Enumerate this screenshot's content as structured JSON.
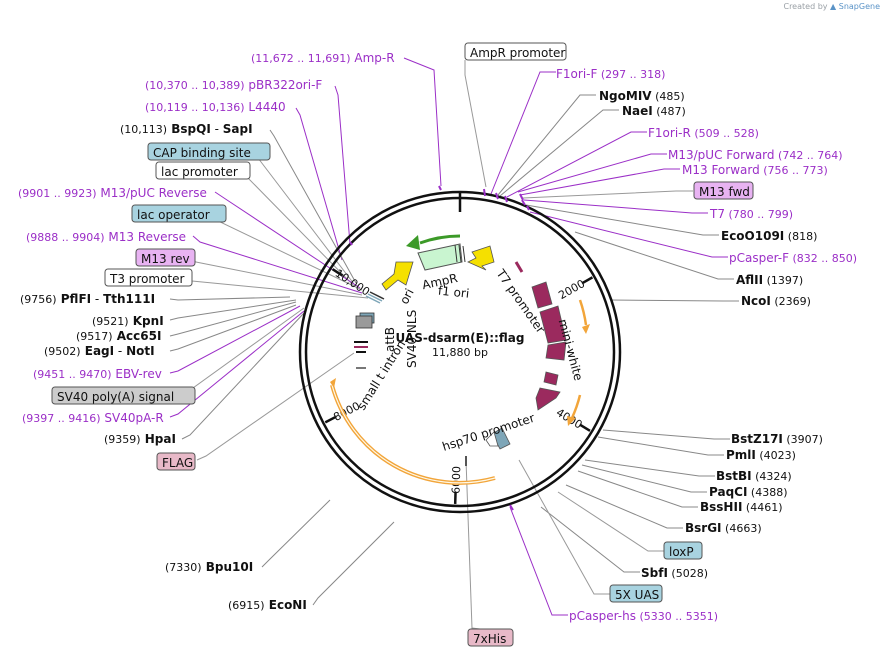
{
  "credit": {
    "prefix": "Created by",
    "brand": "SnapGene"
  },
  "plasmid": {
    "name": "UAS-dsarm(E)::flag",
    "size": "11,880 bp",
    "length": 11880
  },
  "ticks": [
    {
      "bp": 2000,
      "label": "2000"
    },
    {
      "bp": 4000,
      "label": "4000"
    },
    {
      "bp": 6000,
      "label": "6000"
    },
    {
      "bp": 8000,
      "label": "8000"
    },
    {
      "bp": 10000,
      "label": "10,000"
    }
  ],
  "colors": {
    "primer": "#9b2fc7",
    "enzyme_line": "#888888",
    "feature_line": "#999999",
    "bluebox": "#a8d3e0",
    "greybox": "#cccccc",
    "pinkbox": "#e8b9c8",
    "purplebox": "#e8b3f2",
    "orange": "#f2a53a",
    "maroon": "#9b2a5e",
    "yellow": "#f5e000",
    "green": "#3c9a28",
    "mint": "#c9f5d0",
    "steel": "#7ea6b8"
  },
  "labels": [
    {
      "id": "amp-r-primer",
      "kind": "primer",
      "range": "(11,672 .. 11,691)",
      "name": "Amp-R"
    },
    {
      "id": "ampr-promoter",
      "kind": "box",
      "style": "white",
      "name": "AmpR promoter"
    },
    {
      "id": "pbr322ori-f",
      "kind": "primer",
      "range": "(10,370 .. 10,389)",
      "name": "pBR322ori-F"
    },
    {
      "id": "f1ori-f",
      "kind": "primer",
      "name": "F1ori-F",
      "range": "(297 .. 318)"
    },
    {
      "id": "l4440",
      "kind": "primer",
      "range": "(10,119 .. 10,136)",
      "name": "L4440"
    },
    {
      "id": "ngomiv",
      "kind": "enzyme",
      "name": "NgoMIV",
      "pos": "(485)"
    },
    {
      "id": "naei",
      "kind": "enzyme",
      "name": "NaeI",
      "pos": "(487)"
    },
    {
      "id": "bspqi-sapi",
      "kind": "enzyme",
      "pos": "(10,113)",
      "name": "BspQI",
      "sep": "-",
      "name2": "SapI"
    },
    {
      "id": "f1ori-r",
      "kind": "primer",
      "name": "F1ori-R",
      "range": "(509 .. 528)"
    },
    {
      "id": "cap-binding-site",
      "kind": "box",
      "style": "blue",
      "name": "CAP binding site"
    },
    {
      "id": "m13-puc-forward",
      "kind": "primer",
      "name": "M13/pUC Forward",
      "range": "(742 .. 764)"
    },
    {
      "id": "lac-promoter",
      "kind": "box",
      "style": "white",
      "name": "lac promoter"
    },
    {
      "id": "m13-forward",
      "kind": "primer",
      "name": "M13 Forward",
      "range": "(756 .. 773)"
    },
    {
      "id": "m13-puc-reverse",
      "kind": "primer",
      "range": "(9901 .. 9923)",
      "name": "M13/pUC Reverse"
    },
    {
      "id": "m13-fwd",
      "kind": "box",
      "style": "purple",
      "name": "M13 fwd"
    },
    {
      "id": "lac-operator",
      "kind": "box",
      "style": "blue",
      "name": "lac operator"
    },
    {
      "id": "t7-primer",
      "kind": "primer",
      "name": "T7",
      "range": "(780 .. 799)"
    },
    {
      "id": "m13-reverse",
      "kind": "primer",
      "range": "(9888 .. 9904)",
      "name": "M13 Reverse"
    },
    {
      "id": "ecoo109i",
      "kind": "enzyme",
      "name": "EcoO109I",
      "pos": "(818)"
    },
    {
      "id": "m13-rev",
      "kind": "box",
      "style": "purple",
      "name": "M13 rev"
    },
    {
      "id": "pcasper-f",
      "kind": "primer",
      "name": "pCasper-F",
      "range": "(832 .. 850)"
    },
    {
      "id": "t3-promoter",
      "kind": "box",
      "style": "white",
      "name": "T3 promoter"
    },
    {
      "id": "aflii",
      "kind": "enzyme",
      "name": "AflII",
      "pos": "(1397)"
    },
    {
      "id": "pflfi-tth111i",
      "kind": "enzyme",
      "pos": "(9756)",
      "name": "PflFI",
      "sep": "-",
      "name2": "Tth111I"
    },
    {
      "id": "ncoi",
      "kind": "enzyme",
      "name": "NcoI",
      "pos": "(2369)"
    },
    {
      "id": "kpni",
      "kind": "enzyme",
      "pos": "(9521)",
      "name": "KpnI"
    },
    {
      "id": "acc65i",
      "kind": "enzyme",
      "pos": "(9517)",
      "name": "Acc65I"
    },
    {
      "id": "eagi-noti",
      "kind": "enzyme",
      "pos": "(9502)",
      "name": "EagI",
      "sep": "-",
      "name2": "NotI"
    },
    {
      "id": "ebv-rev",
      "kind": "primer",
      "range": "(9451 .. 9470)",
      "name": "EBV-rev"
    },
    {
      "id": "sv40-polya-signal",
      "kind": "box",
      "style": "grey",
      "name": "SV40 poly(A) signal"
    },
    {
      "id": "sv40pa-r",
      "kind": "primer",
      "range": "(9397 .. 9416)",
      "name": "SV40pA-R"
    },
    {
      "id": "bstz17i",
      "kind": "enzyme",
      "name": "BstZ17I",
      "pos": "(3907)"
    },
    {
      "id": "hpai",
      "kind": "enzyme",
      "pos": "(9359)",
      "name": "HpaI"
    },
    {
      "id": "pmli",
      "kind": "enzyme",
      "name": "PmlI",
      "pos": "(4023)"
    },
    {
      "id": "flag",
      "kind": "box",
      "style": "pink",
      "name": "FLAG"
    },
    {
      "id": "bstbi",
      "kind": "enzyme",
      "name": "BstBI",
      "pos": "(4324)"
    },
    {
      "id": "paqci",
      "kind": "enzyme",
      "name": "PaqCI",
      "pos": "(4388)"
    },
    {
      "id": "bsshii",
      "kind": "enzyme",
      "name": "BssHII",
      "pos": "(4461)"
    },
    {
      "id": "bsrgi",
      "kind": "enzyme",
      "name": "BsrGI",
      "pos": "(4663)"
    },
    {
      "id": "loxp",
      "kind": "box",
      "style": "blue",
      "name": "loxP"
    },
    {
      "id": "bpu10i",
      "kind": "enzyme",
      "pos": "(7330)",
      "name": "Bpu10I"
    },
    {
      "id": "sbfi",
      "kind": "enzyme",
      "name": "SbfI",
      "pos": "(5028)"
    },
    {
      "id": "5x-uas",
      "kind": "box",
      "style": "blue",
      "name": "5X UAS"
    },
    {
      "id": "econi",
      "kind": "enzyme",
      "pos": "(6915)",
      "name": "EcoNI"
    },
    {
      "id": "pcasper-hs",
      "kind": "primer",
      "name": "pCasper-hs",
      "range": "(5330 .. 5351)"
    },
    {
      "id": "7xhis",
      "kind": "box",
      "style": "pink",
      "name": "7xHis"
    }
  ],
  "inner_labels": [
    {
      "id": "ori",
      "text": "ori"
    },
    {
      "id": "ampr",
      "text": "AmpR"
    },
    {
      "id": "f1-ori",
      "text": "f1 ori"
    },
    {
      "id": "t7-promoter",
      "text": "T7 promoter"
    },
    {
      "id": "mini-white",
      "text": "mini-white"
    },
    {
      "id": "attb",
      "text": "attB"
    },
    {
      "id": "sv40-nls",
      "text": "SV40 NLS"
    },
    {
      "id": "small-t-intron",
      "text": "small t intron"
    },
    {
      "id": "hsp70-promoter",
      "text": "hsp70 promoter"
    }
  ]
}
